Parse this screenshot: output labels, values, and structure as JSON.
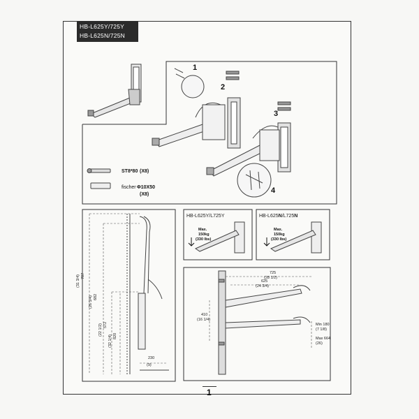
{
  "title": {
    "line1": "HB-L625Y/725Y",
    "line2": "HB-L625N/725N"
  },
  "assembly": {
    "steps": [
      "1",
      "2",
      "3",
      "4"
    ],
    "screw": {
      "label": "ST8*80",
      "qty": "(X8)"
    },
    "plug": {
      "label": "fischer",
      "size": "Φ10X50",
      "qty": "(X8)"
    }
  },
  "variant_y": {
    "label": "HB-L625Y/L725Y",
    "max_line1": "Max.",
    "max_line2": "150kg",
    "max_line3": "(330 lbs)"
  },
  "variant_n": {
    "label_prefix": "HB-L625",
    "label_n1": "N",
    "label_mid": "/L725",
    "label_n2": "N",
    "max_line1": "Max.",
    "max_line2": "150kg",
    "max_line3": "(330 lbs)"
  },
  "side_view": {
    "dim_height_total": "787",
    "dim_height_total_in": "(31 3/4)",
    "dim_height_mid": "682",
    "dim_height_mid_in": "(26 3/4)",
    "dim_height_low": "572",
    "dim_height_low_in": "(22 1/2)",
    "dim_height_floor": "820",
    "dim_height_floor_in": "(32 1/4)",
    "dim_depth": "230",
    "dim_depth_in": "(9)"
  },
  "top_view": {
    "dim_length": "725",
    "dim_length_in": "(28 1/2)",
    "dim_inner": "625",
    "dim_inner_in": "(24 3/4)",
    "dim_spacing": "410",
    "dim_spacing_in": "(16 1/4)",
    "dim_right1": "Min 180",
    "dim_right1_in": "(7 1/8)",
    "dim_right2": "Max 664",
    "dim_right2_in": "(26)"
  },
  "page_number": "1"
}
